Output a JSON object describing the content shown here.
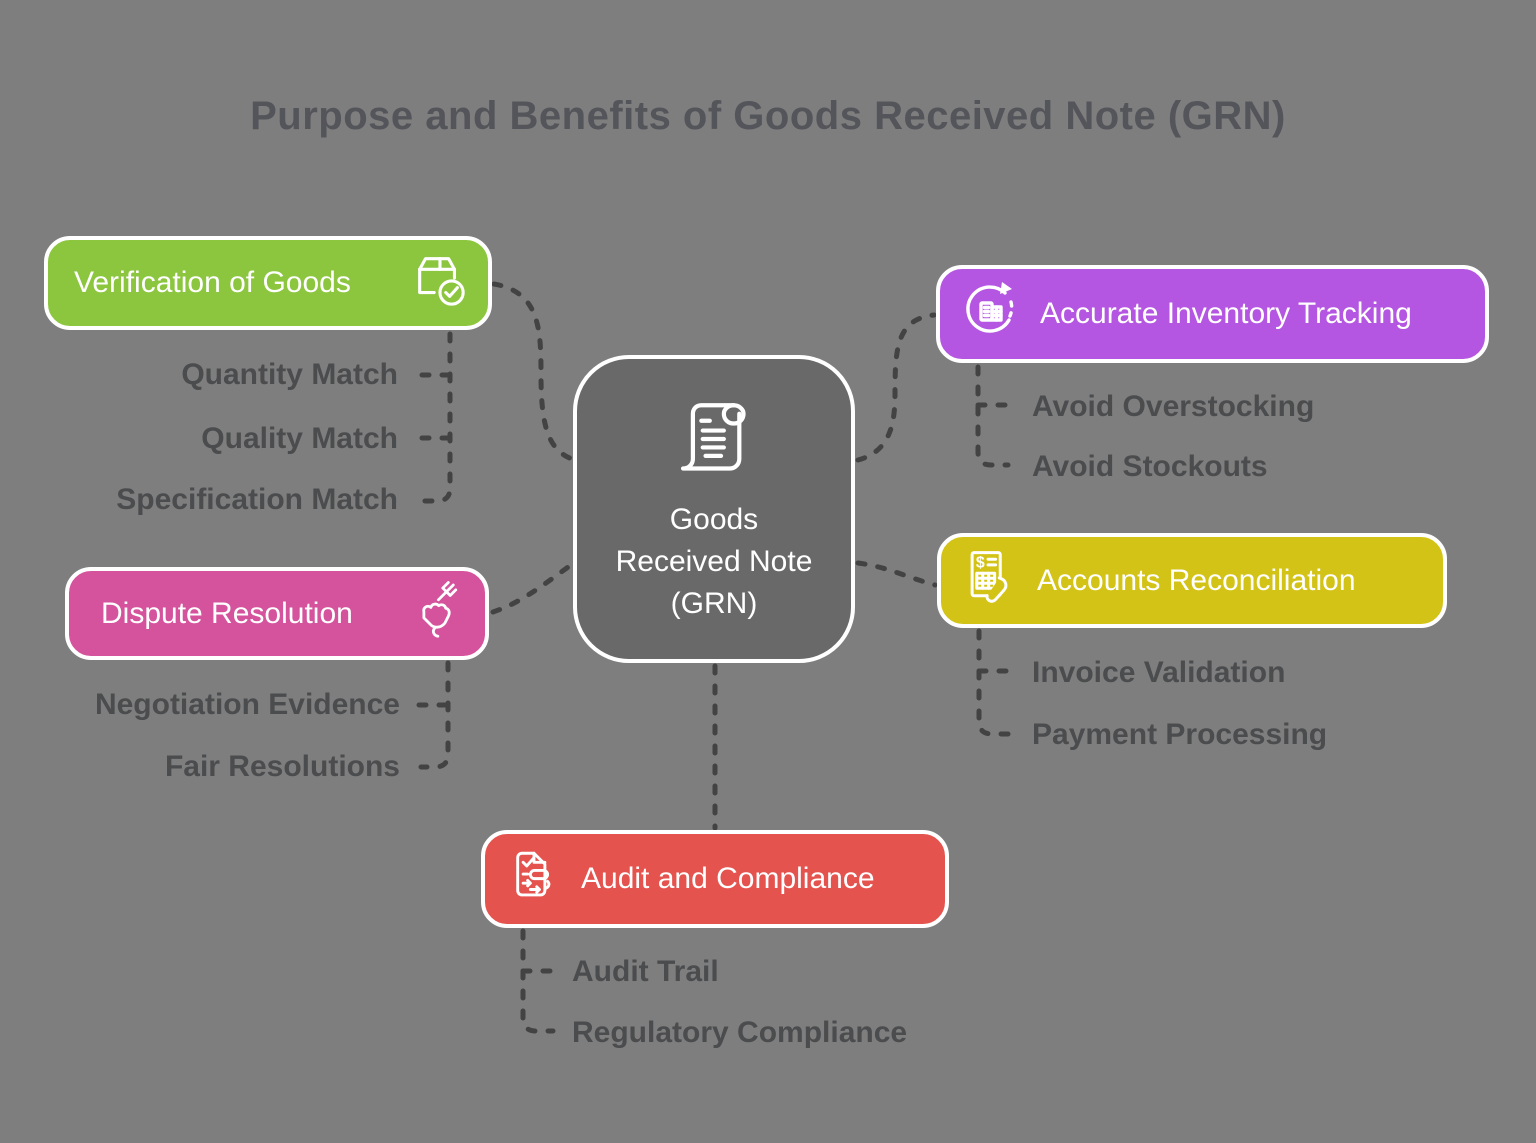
{
  "title": "Purpose and Benefits of Goods Received Note (GRN)",
  "center": {
    "label": "Goods Received Note (GRN)",
    "icon": "scroll-document-icon"
  },
  "branches": [
    {
      "label": "Verification of Goods",
      "icon": "package-check-icon",
      "color": "#8CC63F",
      "children": [
        "Quantity Match",
        "Quality Match",
        "Specification Match"
      ]
    },
    {
      "label": "Dispute Resolution",
      "icon": "fist-holding-fork-icon",
      "color": "#D5529D",
      "children": [
        "Negotiation Evidence",
        "Fair Resolutions"
      ]
    },
    {
      "label": "Accurate Inventory Tracking",
      "icon": "inventory-cycle-icon",
      "color": "#B456E1",
      "children": [
        "Avoid Overstocking",
        "Avoid Stockouts"
      ]
    },
    {
      "label": "Accounts Reconciliation",
      "icon": "invoice-hand-icon",
      "color": "#D3C317",
      "children": [
        "Invoice Validation",
        "Payment Processing"
      ]
    },
    {
      "label": "Audit and Compliance",
      "icon": "checklist-arrows-icon",
      "color": "#E5534F",
      "children": [
        "Audit Trail",
        "Regulatory Compliance"
      ]
    }
  ],
  "colors": {
    "background": "#7E7E7E",
    "center_node": "#696969",
    "connector": "#434343",
    "title_text": "#54555A",
    "child_text": "#4B4C4E",
    "node_border": "#FFFFFF"
  }
}
